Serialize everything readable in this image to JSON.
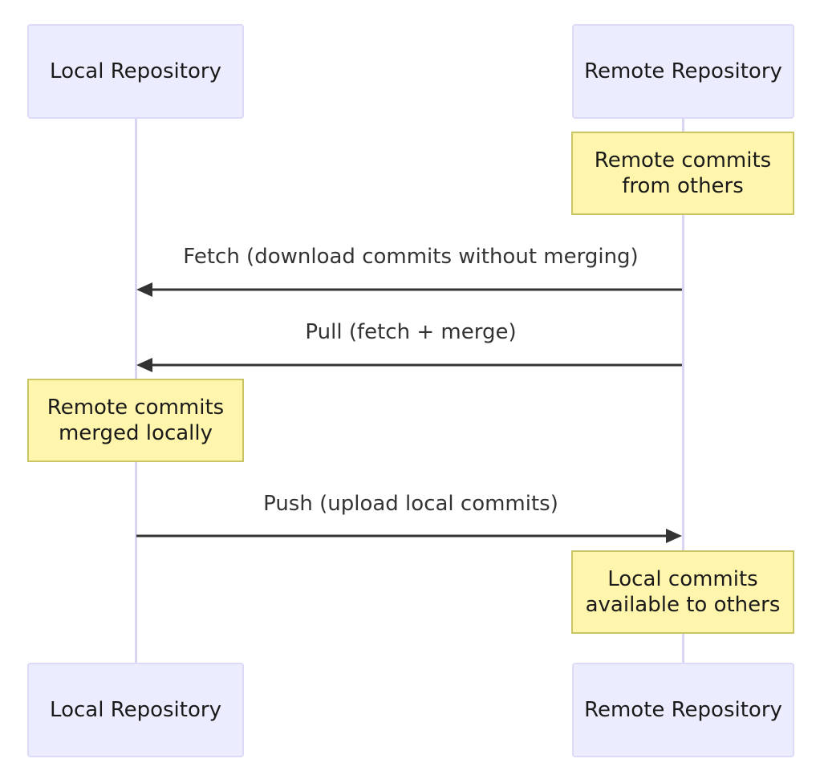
{
  "participants": {
    "local": "Local Repository",
    "remote": "Remote Repository"
  },
  "notes": {
    "remote_commits": [
      "Remote commits",
      "from others"
    ],
    "merged_locally": [
      "Remote commits",
      "merged locally"
    ],
    "available": [
      "Local commits",
      "available to others"
    ]
  },
  "messages": {
    "fetch": "Fetch (download commits without merging)",
    "pull": "Pull (fetch + merge)",
    "push": "Push (upload local commits)"
  },
  "colors": {
    "actor_fill": "#ececff",
    "note_fill": "#fff5ad",
    "arrow": "#333333"
  }
}
